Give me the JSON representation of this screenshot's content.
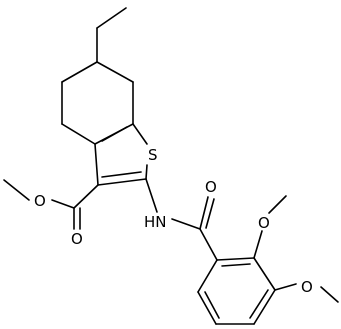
{
  "diagram": {
    "type": "chemical-structure",
    "atoms": {
      "thiophene_s": "S",
      "amide_nh": "HN",
      "ester_carbonyl_o": "O",
      "ester_ether_o": "O",
      "amide_carbonyl_o": "O",
      "methoxy_o_ortho": "O",
      "methoxy_o_meta": "O"
    },
    "colors": {
      "bond": "#000000",
      "label": "#000000",
      "background": "#ffffff"
    }
  }
}
